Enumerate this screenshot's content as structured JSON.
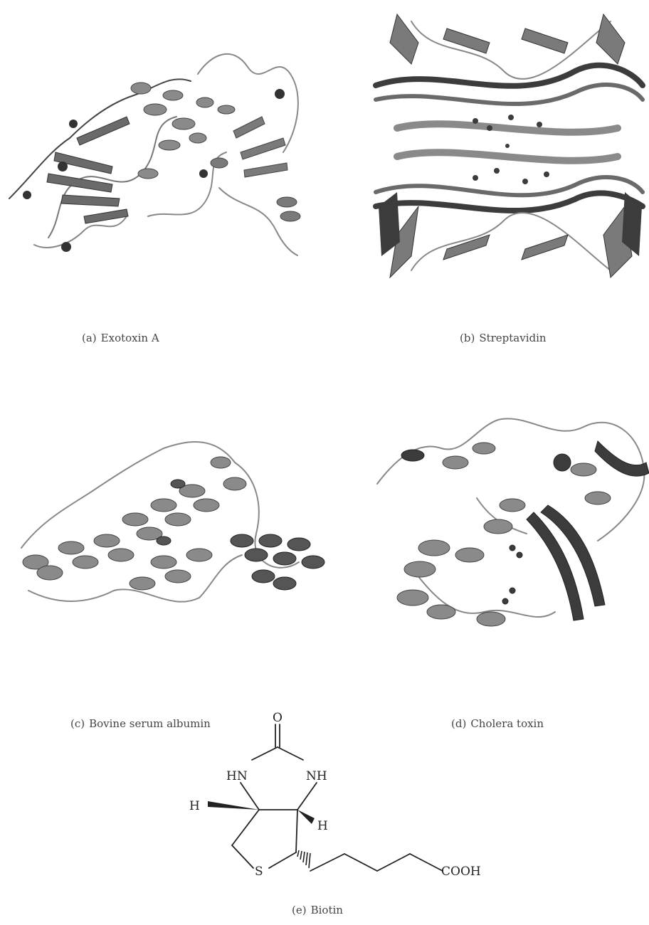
{
  "panels": [
    {
      "id": "a",
      "letter": "(a)",
      "name": "Exotoxin A"
    },
    {
      "id": "b",
      "letter": "(b)",
      "name": "Streptavidin"
    },
    {
      "id": "c",
      "letter": "(c)",
      "name": "Bovine serum albumin"
    },
    {
      "id": "d",
      "letter": "(d)",
      "name": "Cholera toxin"
    },
    {
      "id": "e",
      "letter": "(e)",
      "name": "Biotin"
    }
  ],
  "biotin_atoms": {
    "o": "O",
    "hn": "HN",
    "nh": "NH",
    "h_left": "H",
    "h_right": "H",
    "s": "S",
    "cooh": "COOH"
  },
  "colors": {
    "ribbon_light": "#8a8a8a",
    "ribbon_dark": "#3c3c3c",
    "ribbon_mid": "#6a6a6a",
    "ink": "#222222"
  }
}
